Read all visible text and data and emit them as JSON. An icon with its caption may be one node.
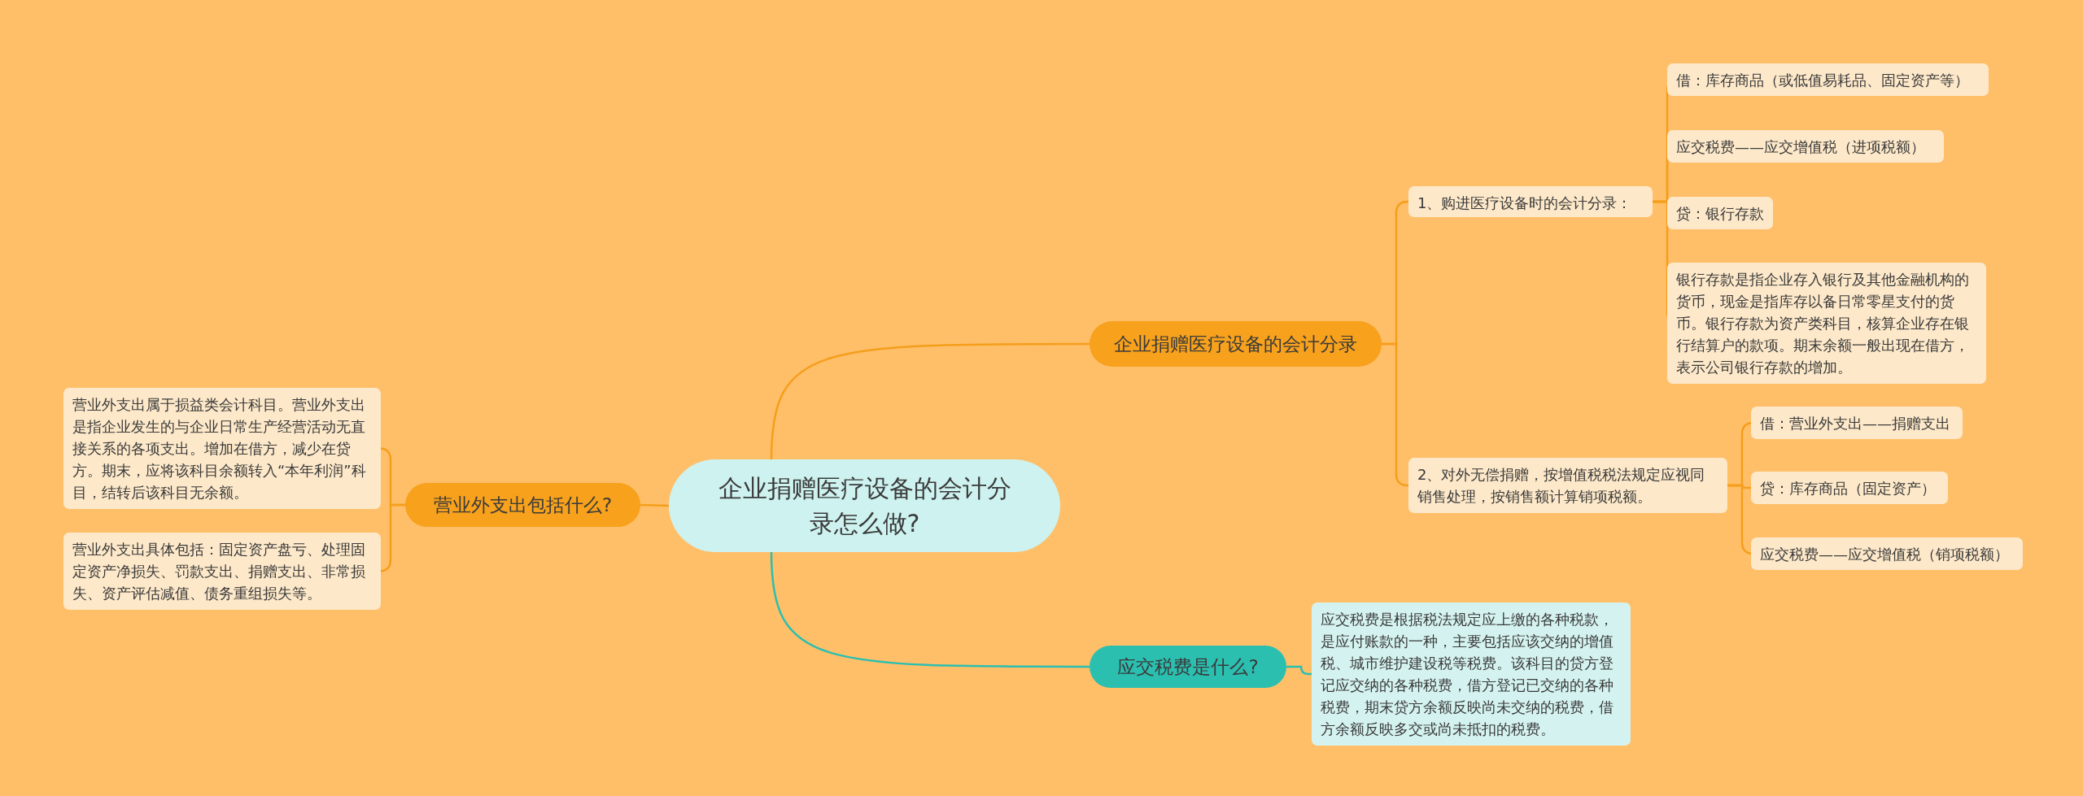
{
  "diagram": {
    "nodes": [
      {
        "text": [
          "企业捐赠医疗设备的会计分录怎么做?"
        ]
      },
      {
        "text": [
          "企业捐赠医疗设备的会计分录"
        ]
      },
      {
        "text": [
          "1、购进医疗设备时的会计分录："
        ]
      },
      {
        "text": [
          "借：库存商品（或低值易耗品、固定资产等）"
        ]
      },
      {
        "text": [
          "应交税费——应交增值税（进项税额）"
        ]
      },
      {
        "text": [
          "贷：银行存款"
        ]
      },
      {
        "text": [
          "银行存款是指企业存入银行及其他金融机构的货币，现金是指库存以备日常零星支付的货币。银行存款为资产类科目，核算企业存在银行结算户的款项。期末余额一般出现在借方，表示公司银行存款的增加。"
        ]
      },
      {
        "text": [
          "2、对外无偿捐赠，按增值税税法规定应视同销售处理，按销售额计算销项税额。"
        ]
      },
      {
        "text": [
          "借：营业外支出——捐赠支出"
        ]
      },
      {
        "text": [
          "贷：库存商品（固定资产）"
        ]
      },
      {
        "text": [
          "应交税费——应交增值税（销项税额）"
        ]
      },
      {
        "text": [
          "应交税费是什么?"
        ]
      },
      {
        "text": [
          "应交税费是根据税法规定应上缴的各种税款，是应付账款的一种，主要包括应该交纳的增值税、城市维护建设税等税费。该科目的贷方登记应交纳的各种税费，借方登记已交纳的各种税费，期末贷方余额反映尚未交纳的税费，借方余额反映多交或尚未抵扣的税费。"
        ]
      },
      {
        "text": [
          "营业外支出包括什么?"
        ]
      },
      {
        "text": [
          "营业外支出属于损益类会计科目。营业外支出是指企业发生的与企业日常生产经营活动无直接关系的各项支出。增加在借方，减少在贷方。期末，应将该科目余额转入“本年利润”科目，结转后该科目无余额。"
        ]
      },
      {
        "text": [
          "营业外支出具体包括：固定资产盘亏、处理固定资产净损失、罚款支出、捐赠支出、非常损失、资产评估减值、债务重组损失等。"
        ]
      }
    ],
    "edges": [
      {
        "from": 0,
        "to": 1,
        "arrow": "none"
      },
      {
        "from": 1,
        "to": 2,
        "arrow": "none"
      },
      {
        "from": 2,
        "to": 3,
        "arrow": "none"
      },
      {
        "from": 2,
        "to": 4,
        "arrow": "none"
      },
      {
        "from": 2,
        "to": 5,
        "arrow": "none"
      },
      {
        "from": 2,
        "to": 6,
        "arrow": "none"
      },
      {
        "from": 1,
        "to": 7,
        "arrow": "none"
      },
      {
        "from": 7,
        "to": 8,
        "arrow": "none"
      },
      {
        "from": 7,
        "to": 9,
        "arrow": "none"
      },
      {
        "from": 7,
        "to": 10,
        "arrow": "none"
      },
      {
        "from": 0,
        "to": 11,
        "arrow": "none",
        "color": "#2bbfb0"
      },
      {
        "from": 11,
        "to": 12,
        "arrow": "none",
        "color": "#2bbfb0"
      },
      {
        "from": 0,
        "to": 13,
        "arrow": "none"
      },
      {
        "from": 13,
        "to": 14,
        "arrow": "none"
      },
      {
        "from": 13,
        "to": 15,
        "arrow": "none"
      }
    ]
  }
}
